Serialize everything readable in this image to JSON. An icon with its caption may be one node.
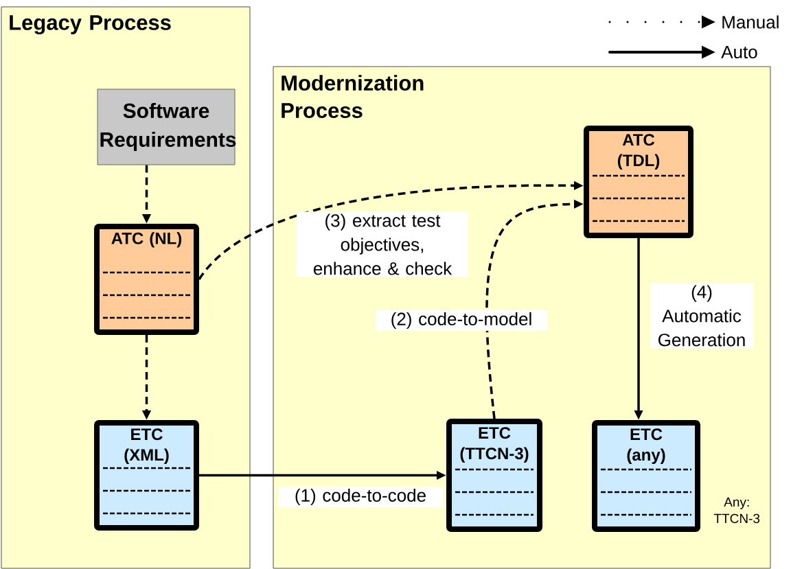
{
  "diagram": {
    "nodes": [
      {
        "text": [
          "Legacy Process"
        ]
      },
      {
        "text": [
          "Software Requirements"
        ],
        "in": 0
      },
      {
        "text": [
          "ATC (NL)"
        ],
        "in": 0
      },
      {
        "text": [
          "ETC (XML)"
        ],
        "in": 0
      },
      {
        "text": [
          "Modernization Process"
        ]
      },
      {
        "text": [
          "ATC (TDL)"
        ],
        "in": 4
      },
      {
        "text": [
          "ETC (TTCN-3)"
        ],
        "in": 4
      },
      {
        "text": [
          "ETC (any)"
        ],
        "in": 4,
        "beside": [
          "Any: TTCN-3"
        ]
      }
    ],
    "edges": [
      {
        "from": 1,
        "to": 2,
        "arrow": "to",
        "style": "dashed"
      },
      {
        "from": 2,
        "to": 3,
        "arrow": "to",
        "style": "dashed"
      },
      {
        "from": 3,
        "to": 6,
        "arrow": "to",
        "label": "(1) code-to-code"
      },
      {
        "from": 6,
        "to": 5,
        "arrow": "to",
        "style": "dashed",
        "label": "(2) code-to-model"
      },
      {
        "from": 2,
        "to": 5,
        "arrow": "to",
        "style": "dashed",
        "label": "(3) extract test objectives, enhance & check"
      },
      {
        "from": 5,
        "to": 7,
        "arrow": "to",
        "label": "(4) Automatic Generation"
      }
    ],
    "legend": [
      {
        "text": "Manual"
      },
      {
        "text": "Auto"
      }
    ]
  }
}
